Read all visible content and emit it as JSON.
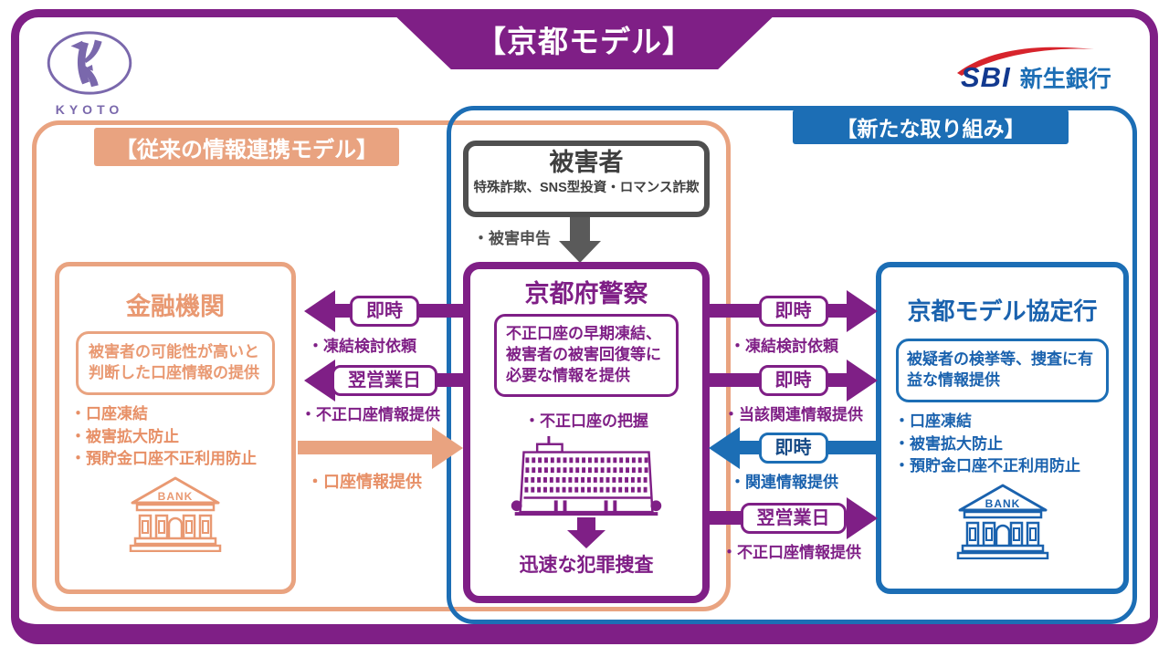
{
  "title": "【京都モデル】",
  "logos": {
    "kyoto_text": "KYOTO",
    "sbi_text": "SBI",
    "sbi_bank": "新生銀行"
  },
  "groups": {
    "legacy": {
      "label": "【従来の情報連携モデル】",
      "color": "#E9A380"
    },
    "new": {
      "label": "【新たな取り組み】",
      "color": "#1C6EB5"
    }
  },
  "victim": {
    "title": "被害者",
    "subtitle": "特殊詐欺、SNS型投資・ロマンス詐欺",
    "report_label": "・被害申告"
  },
  "police": {
    "title": "京都府警察",
    "info_box": "不正口座の早期凍結、被害者の被害回復等に必要な情報を提供",
    "note": "・不正口座の把握",
    "outcome": "迅速な犯罪捜査"
  },
  "financial": {
    "title": "金融機関",
    "info_box": "被害者の可能性が高いと判断した口座情報の提供",
    "bullets": [
      "・口座凍結",
      "・被害拡大防止",
      "・預貯金口座不正利用防止"
    ],
    "bank_label": "BANK"
  },
  "partner": {
    "title": "京都モデル協定行",
    "info_box": "被疑者の検挙等、捜査に有益な情報提供",
    "bullets": [
      "・口座凍結",
      "・被害拡大防止",
      "・預貯金口座不正利用防止"
    ],
    "bank_label": "BANK"
  },
  "left_arrows": [
    {
      "badge": "即時",
      "label": "・凍結検討依頼",
      "direction": "left",
      "color": "purple"
    },
    {
      "badge": "翌営業日",
      "label": "・不正口座情報提供",
      "direction": "left",
      "color": "purple"
    },
    {
      "badge": "",
      "label": "・口座情報提供",
      "direction": "right",
      "color": "salmon"
    }
  ],
  "right_arrows": [
    {
      "badge": "即時",
      "label": "・凍結検討依頼",
      "direction": "right",
      "color": "purple"
    },
    {
      "badge": "即時",
      "label": "・当該関連情報提供",
      "direction": "right",
      "color": "purple"
    },
    {
      "badge": "即時",
      "label": "・関連情報提供",
      "direction": "left",
      "color": "blue"
    },
    {
      "badge": "翌営業日",
      "label": "・不正口座情報提供",
      "direction": "right",
      "color": "purple"
    }
  ],
  "colors": {
    "purple": "#7F1F86",
    "salmon": "#E9A380",
    "salmon_text": "#E78F66",
    "blue": "#1C6EB5",
    "blue_text": "#1A62AE",
    "gray": "#4F4F4F",
    "red": "#D7242C",
    "sbi_blue": "#12398F",
    "kyoto_purple": "#7A68AC"
  }
}
